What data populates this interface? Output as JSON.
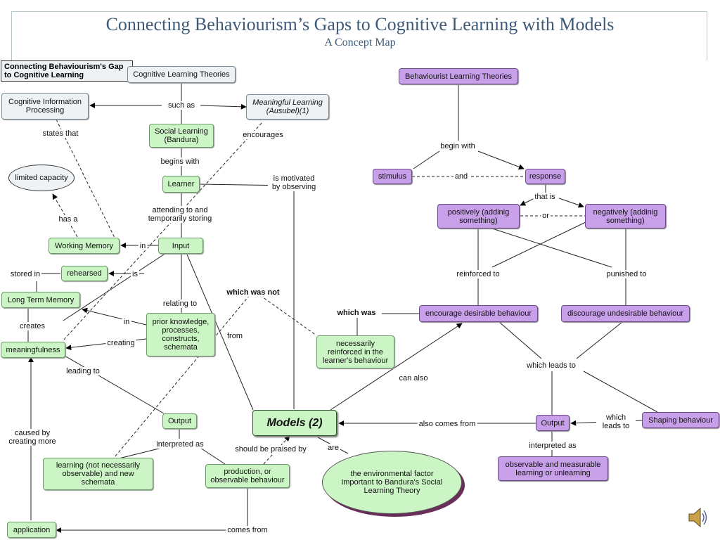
{
  "header": {
    "title": "Connecting Behaviourism’s Gaps to Cognitive Learning with Models",
    "subtitle": "A Concept Map"
  },
  "corner_label": "Connecting Behaviourism's Gap to Cognitive Learning",
  "nodes": {
    "cognitive_theories": "Cognitive Learning Theories",
    "cognitive_info": "Cognitive Information Processing",
    "meaningful_learning": "Meaningful Learning (Ausubel)(1)",
    "social_learning": "Social Learning (Bandura)",
    "limited_capacity": "limited capacity",
    "learner": "Learner",
    "working_memory": "Working Memory",
    "input": "Input",
    "rehearsed": "rehearsed",
    "long_term_memory": "Long Term Memory",
    "meaningfulness": "meaningfulness",
    "prior_knowledge": "prior knowledge, processes, constructs, schemata",
    "necessarily_reinforced": "necessarily reinforced in the learner's behaviour",
    "output_green": "Output",
    "models": "Models (2)",
    "learning_schemata": "learning (not necessarily observable) and new schemata",
    "production": "production, or observable behaviour",
    "environmental": "the environmental factor important to Bandura's Social Learning Theory",
    "application": "application",
    "behaviourist_theories": "Behaviourist Learning Theories",
    "stimulus": "stimulus",
    "response": "response",
    "positively": "positively (addinig something)",
    "negatively": "negatively (addinig something)",
    "encourage": "encourage desirable behaviour",
    "discourage": "discourage undesirable behaviour",
    "output_purple": "Output",
    "shaping": "Shaping behaviour",
    "observable_measurable": "observable and measurable learning or unlearning"
  },
  "links": {
    "such_as": "such as",
    "states_that": "states that",
    "encourages": "encourages",
    "begins_with": "begins with",
    "is_motivated": "is motivated by observing",
    "attending": "attending to and temporarily storing",
    "has_a": "has a",
    "in_1": "in",
    "is": "is",
    "stored_in": "stored in",
    "creates": "creates",
    "in_2": "in",
    "creating": "creating",
    "relating_to": "relating to",
    "which_was_not": "which was not",
    "from": "from",
    "leading_to": "leading to",
    "interpreted_as_1": "interpreted as",
    "caused_by": "caused by creating more",
    "should_be_praised": "should be praised by",
    "are": "are",
    "comes_from": "comes from",
    "begin_with": "begin with",
    "and": "and",
    "that_is": "that is",
    "or": "or",
    "reinforced_to": "reinforced to",
    "punished_to": "punished to",
    "which_was": "which was",
    "which_leads_to_1": "which leads to",
    "can_also": "can also",
    "also_comes_from": "also comes from",
    "which_leads_to_2": "which leads to",
    "interpreted_as_2": "interpreted as"
  },
  "icons": {
    "speaker": "speaker-icon"
  },
  "colors": {
    "cognitive_green": "#ccf5c5",
    "behaviourist_purple": "#c8a0ea",
    "title_blue": "#3d5a78"
  }
}
